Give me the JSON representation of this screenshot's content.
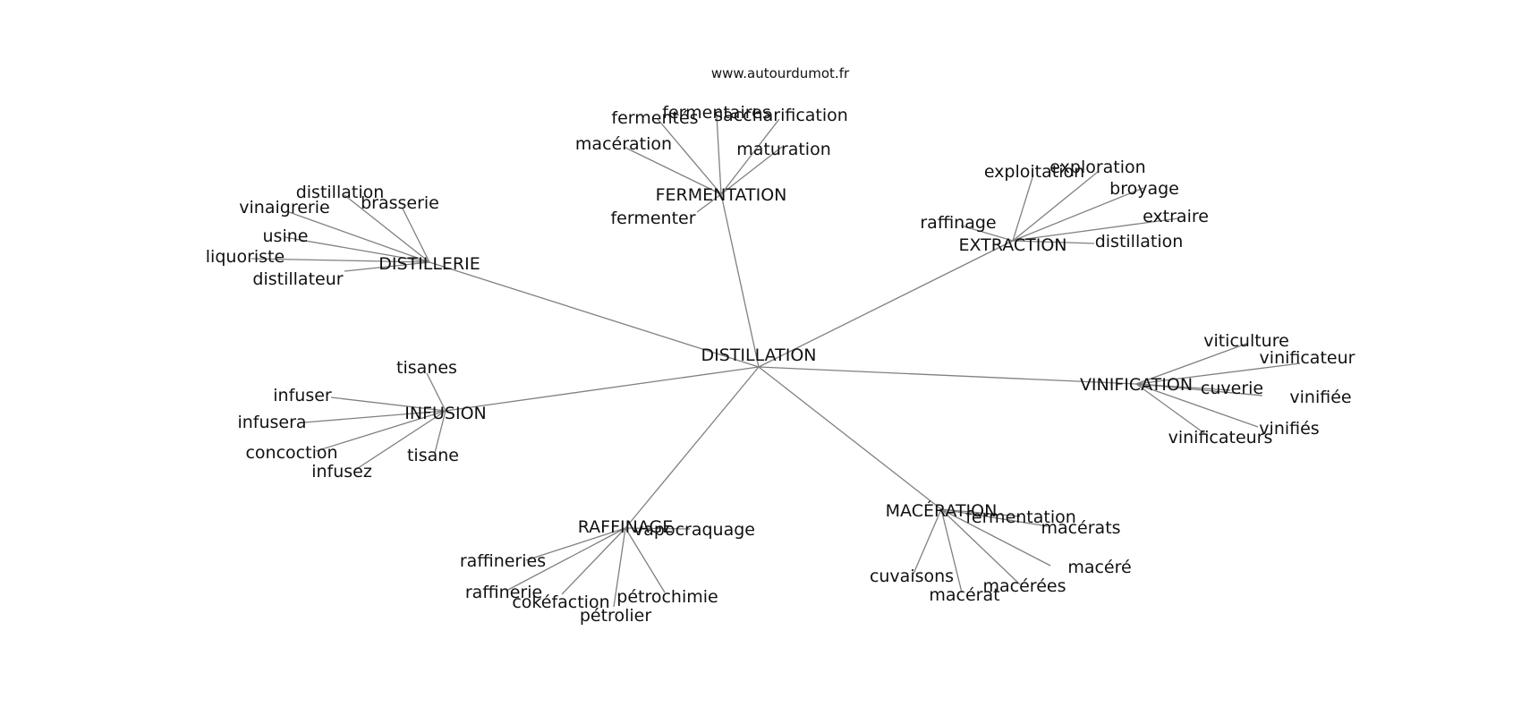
{
  "source": "www.autourdumot.fr",
  "center": "DISTILLATION",
  "groups": [
    {
      "id": "fermentation",
      "label": "FERMENTATION",
      "leaves": [
        "fermentaires",
        "fermentés",
        "saccharification",
        "macération",
        "maturation",
        "fermenter"
      ]
    },
    {
      "id": "distillerie",
      "label": "DISTILLERIE",
      "leaves": [
        "distillation",
        "brasserie",
        "vinaigrerie",
        "usine",
        "liquoriste",
        "distillateur"
      ]
    },
    {
      "id": "extraction",
      "label": "EXTRACTION",
      "leaves": [
        "exploitation",
        "exploration",
        "broyage",
        "extraire",
        "raffinage",
        "distillation"
      ]
    },
    {
      "id": "infusion",
      "label": "INFUSION",
      "leaves": [
        "tisanes",
        "infuser",
        "infusera",
        "concoction",
        "infusez",
        "tisane"
      ]
    },
    {
      "id": "vinification",
      "label": "VINIFICATION",
      "leaves": [
        "viticulture",
        "vinificateur",
        "cuverie",
        "vinifiée",
        "vinifiés",
        "vinificateurs"
      ]
    },
    {
      "id": "raffinage",
      "label": "RAFFINAGE",
      "leaves": [
        "vapocraquage",
        "raffineries",
        "raffinerie",
        "cokéfaction",
        "pétrochimie",
        "pétrolier"
      ]
    },
    {
      "id": "maceration",
      "label": "MACÉRATION",
      "leaves": [
        "fermentation",
        "macérats",
        "macéré",
        "macérées",
        "macérat",
        "cuvaisons"
      ]
    }
  ]
}
